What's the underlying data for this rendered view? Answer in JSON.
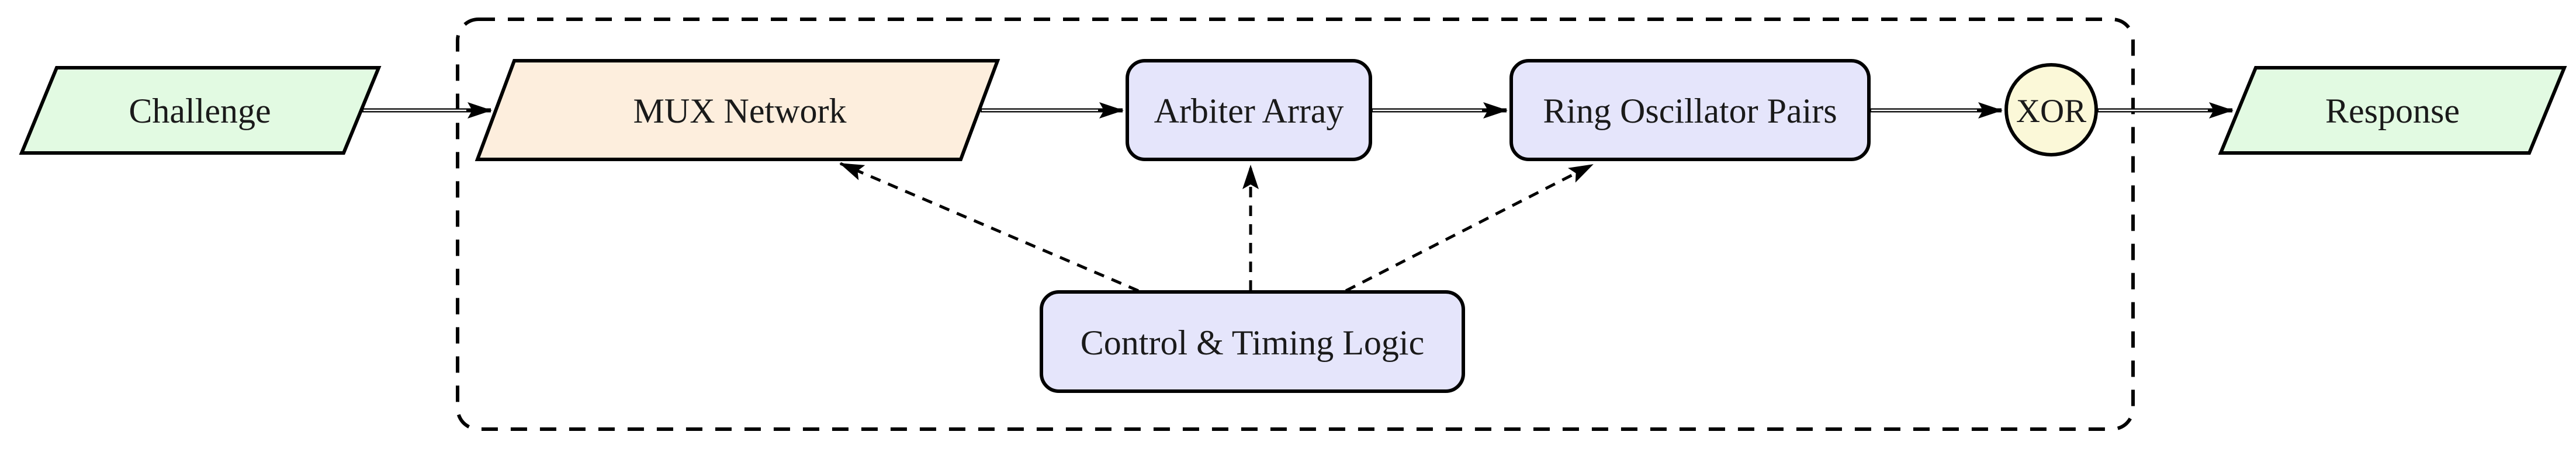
{
  "diagram": {
    "title": "PUF architecture block diagram",
    "nodes": {
      "challenge": {
        "label": "Challenge"
      },
      "mux": {
        "label": "MUX Network"
      },
      "arbiter": {
        "label": "Arbiter Array"
      },
      "ring_oscillator": {
        "label": "Ring Oscillator Pairs"
      },
      "xor": {
        "label": "XOR"
      },
      "response": {
        "label": "Response"
      },
      "control": {
        "label": "Control & Timing Logic"
      }
    },
    "colors": {
      "io_fill": "#e2fae2",
      "mux_fill": "#fdeedd",
      "logic_fill": "#e5e5fb",
      "xor_fill": "#fbf8d8",
      "stroke": "#000000",
      "text": "#1a1a1a",
      "background": "#ffffff"
    }
  }
}
